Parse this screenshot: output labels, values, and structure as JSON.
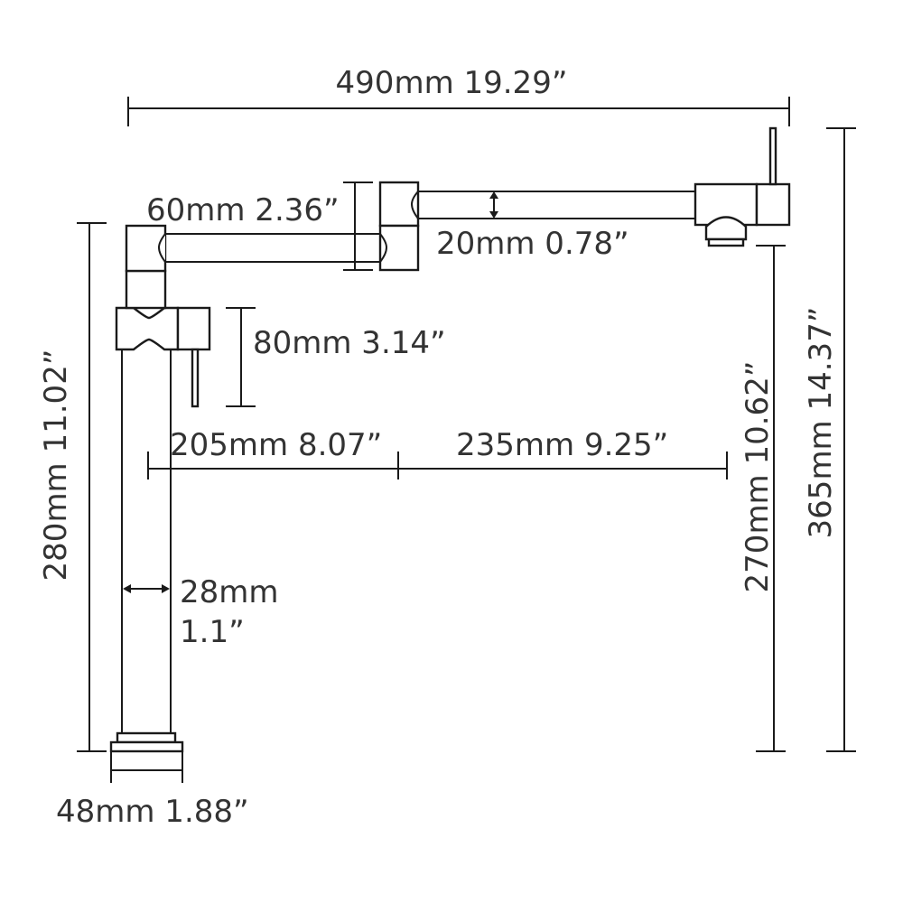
{
  "diagram": {
    "subject": "folding pot filler faucet side elevation",
    "colors": {
      "line": "#1a1a1a",
      "text": "#333333",
      "background": "#ffffff"
    },
    "dimensions": {
      "overall_width": {
        "label": "490mm 19.29”",
        "mm": 490,
        "in": 19.29
      },
      "arm_joint_height": {
        "label": "60mm 2.36”",
        "mm": 60,
        "in": 2.36
      },
      "pipe_diameter": {
        "label": "20mm 0.78”",
        "mm": 20,
        "in": 0.78
      },
      "handle_length": {
        "label": "80mm 3.14”",
        "mm": 80,
        "in": 3.14
      },
      "first_arm_reach": {
        "label": "205mm 8.07”",
        "mm": 205,
        "in": 8.07
      },
      "second_arm_reach": {
        "label": "235mm 9.25”",
        "mm": 235,
        "in": 9.25
      },
      "body_diameter": {
        "label_mm": "28mm",
        "label_in": "1.1”",
        "mm": 28,
        "in": 1.1
      },
      "body_height": {
        "label": "280mm 11.02”",
        "mm": 280,
        "in": 11.02
      },
      "spout_clearance": {
        "label": "270mm 10.62”",
        "mm": 270,
        "in": 10.62
      },
      "total_height": {
        "label": "365mm 14.37”",
        "mm": 365,
        "in": 14.37
      },
      "base_diameter": {
        "label": "48mm 1.88”",
        "mm": 48,
        "in": 1.88
      }
    }
  }
}
